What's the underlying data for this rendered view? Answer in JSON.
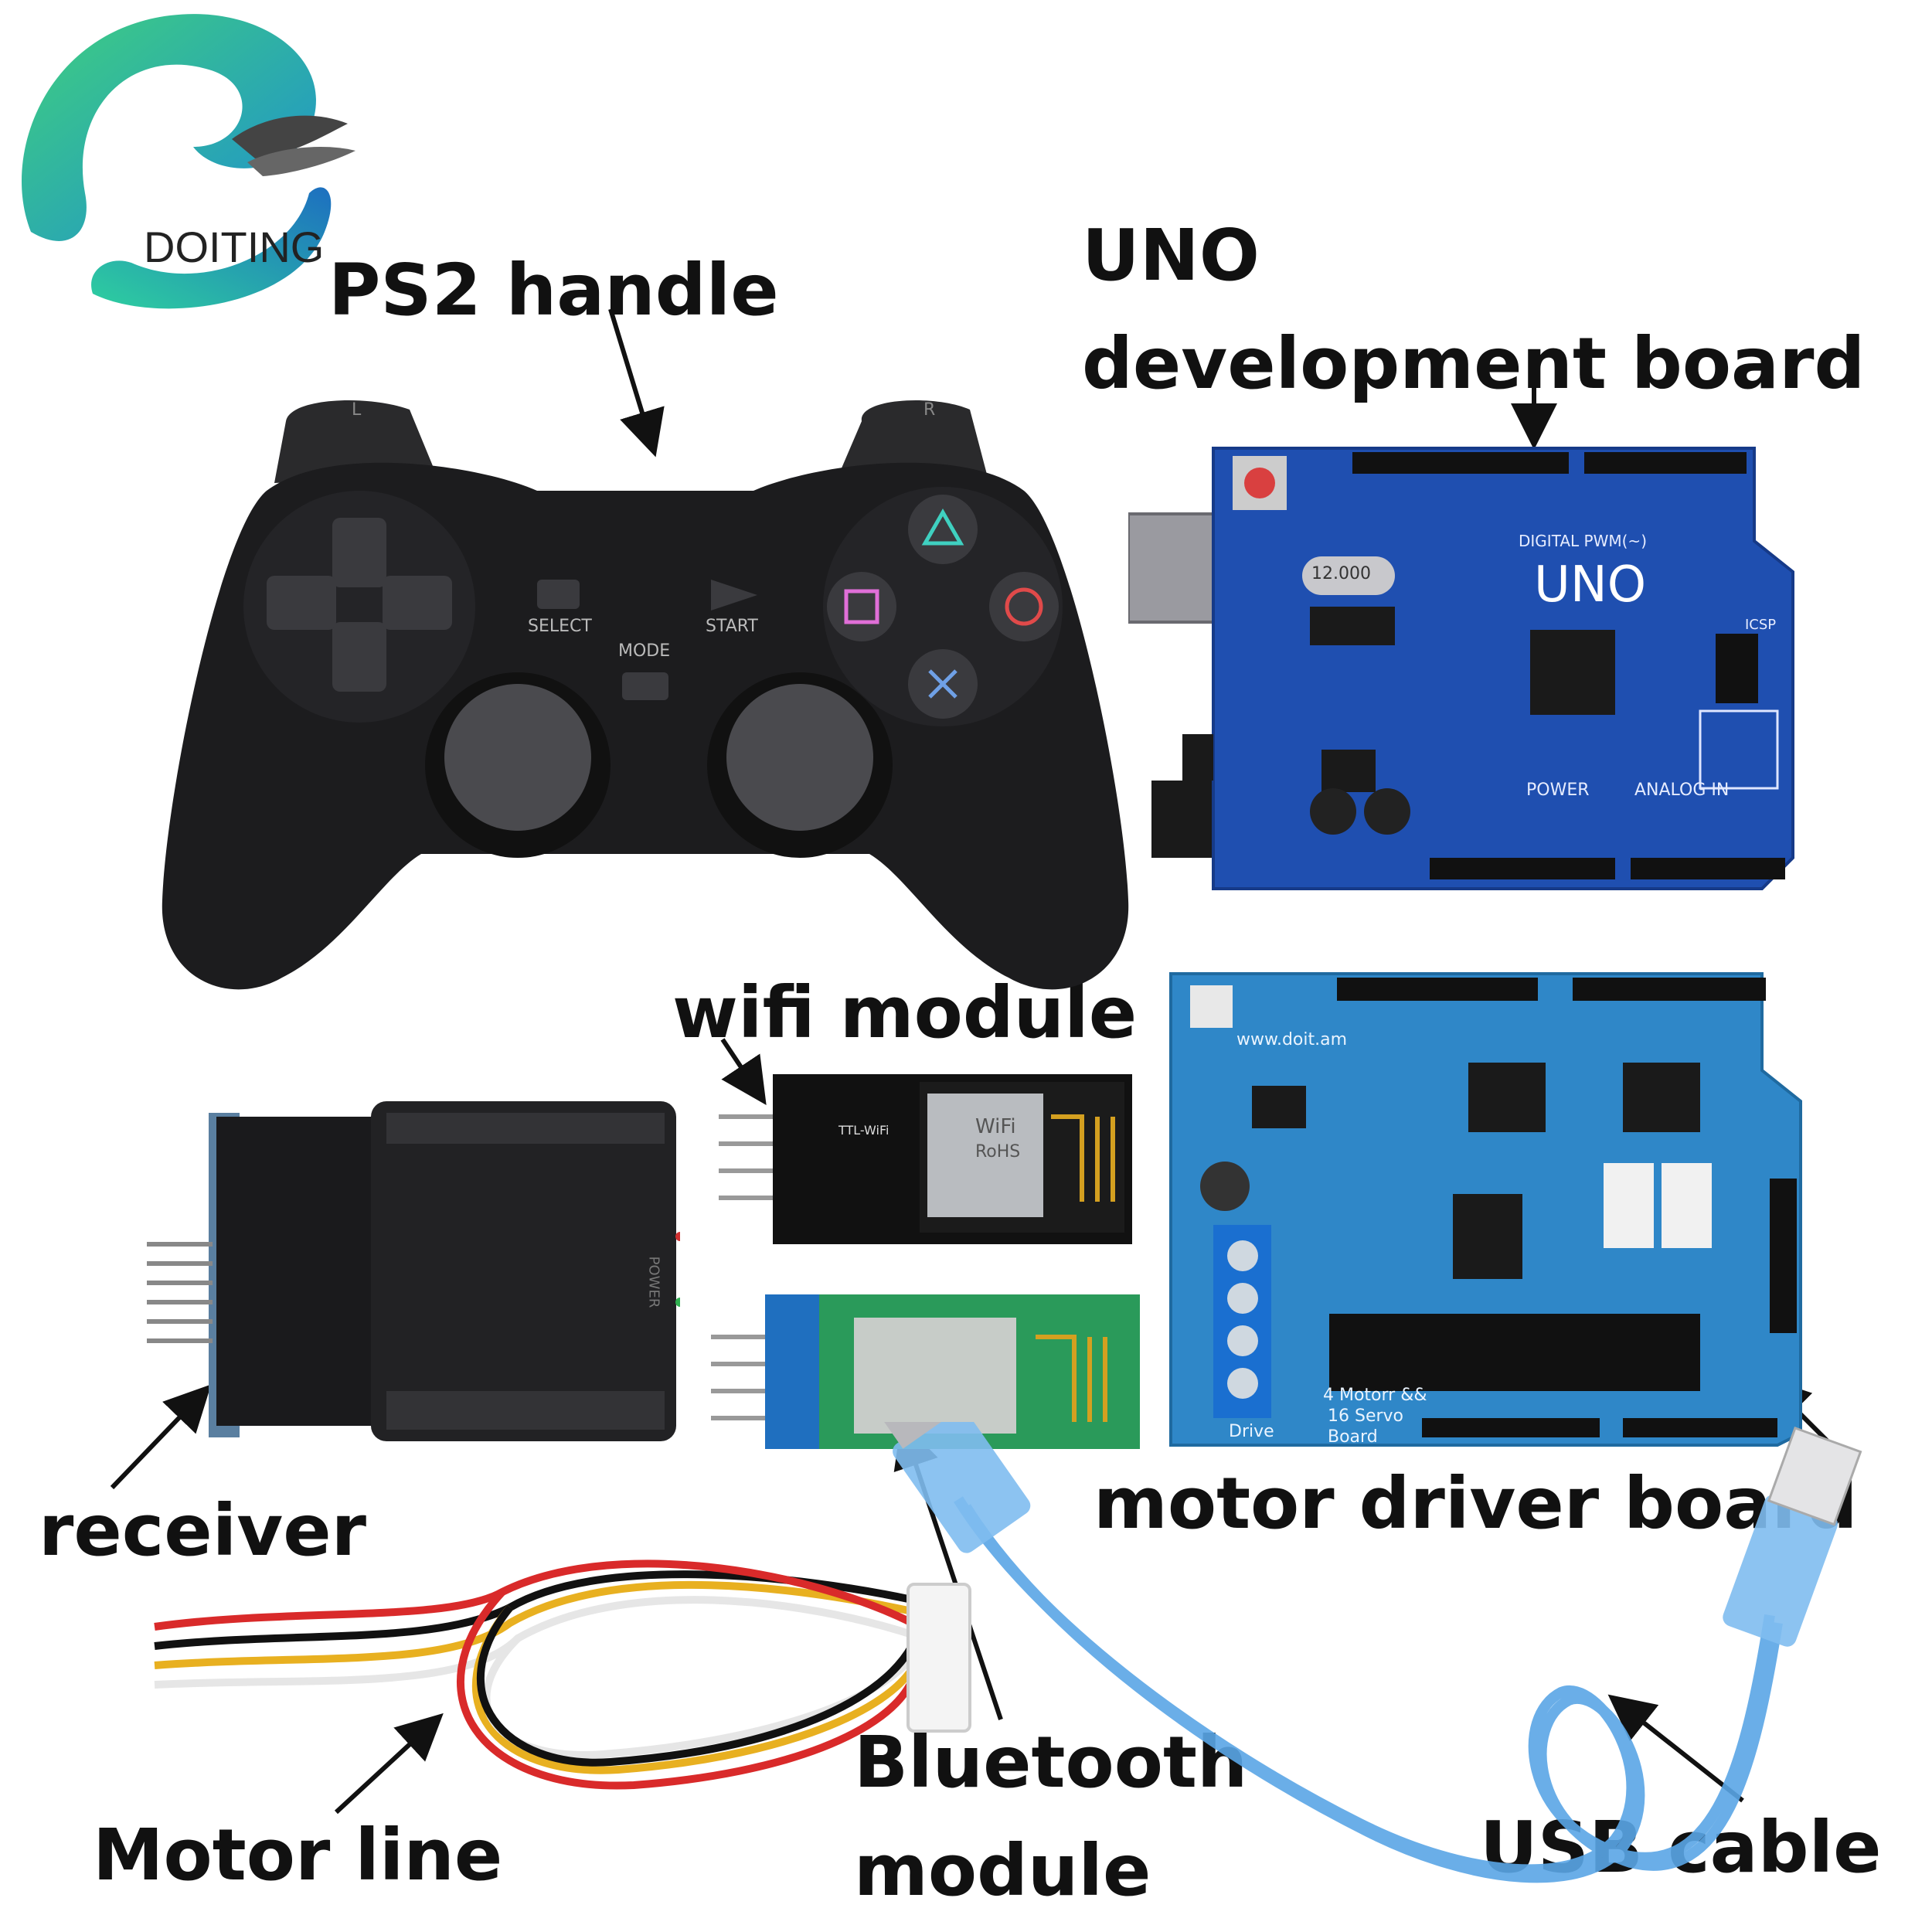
{
  "brand": {
    "name": "DOITING"
  },
  "labels": {
    "ps2_handle": "PS2 handle",
    "uno_line1": "UNO",
    "uno_line2": "development board",
    "wifi_module": "wifi module",
    "receiver": "receiver",
    "motor_driver_board": "motor driver board",
    "bluetooth_line1": "Bluetooth",
    "bluetooth_line2": "module",
    "motor_line": "Motor line",
    "usb_cable": "USB cable"
  },
  "controller": {
    "select": "SELECT",
    "start": "START",
    "mode": "MODE",
    "left_shoulder": "L",
    "right_shoulder": "R"
  },
  "uno_board": {
    "brand_text": "UNO",
    "crystal": "12.000",
    "digital": "DIGITAL PWM(~)",
    "power": "POWER",
    "analog": "ANALOG IN",
    "icsp": "ICSP"
  },
  "driver_board": {
    "site": "www.doit.am",
    "name_line1": "4 Motorr &&",
    "name_line2": "16 Servo",
    "name_line3": "Board",
    "drive": "Drive"
  },
  "wifi_board": {
    "chip": "WiFi",
    "text": "RoHS",
    "ttl": "TTL-WiFi"
  },
  "receiver_text": {
    "power": "POWER"
  },
  "colors": {
    "uno_blue": "#1f4fb0",
    "driver_blue": "#2f87c8",
    "controller_black": "#1c1c1e",
    "usb_blue": "#5aa6e6",
    "logo_green": "#3fbf8f",
    "logo_blue": "#1d7fd0"
  }
}
